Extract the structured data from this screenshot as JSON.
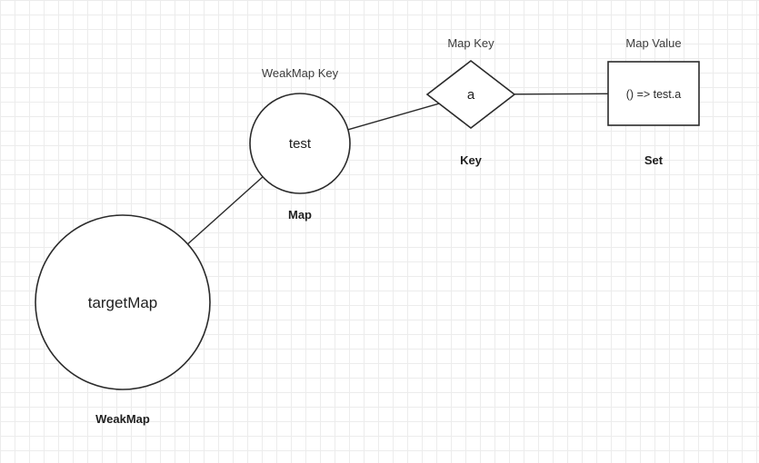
{
  "diagram": {
    "nodes": {
      "weakmap": {
        "shape": "circle",
        "label": "targetMap",
        "caption_bottom": "WeakMap"
      },
      "map": {
        "shape": "circle",
        "label": "test",
        "caption_top": "WeakMap Key",
        "caption_bottom": "Map"
      },
      "key": {
        "shape": "diamond",
        "label": "a",
        "caption_top": "Map Key",
        "caption_bottom": "Key"
      },
      "set": {
        "shape": "rectangle",
        "label": "() => test.a",
        "caption_top": "Map Value",
        "caption_bottom": "Set"
      }
    },
    "connectors": [
      {
        "from": "weakmap",
        "to": "map"
      },
      {
        "from": "map",
        "to": "key"
      },
      {
        "from": "key",
        "to": "set"
      }
    ],
    "colors": {
      "background": "#ffffff",
      "grid": "#ececec",
      "stroke": "#2b2b2b",
      "shape_fill": "#ffffff",
      "text": "#1f1f1f"
    }
  }
}
